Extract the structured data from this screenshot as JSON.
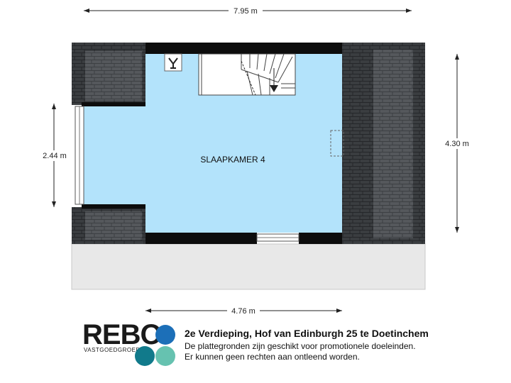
{
  "dimensions": {
    "top": "7.95 m",
    "right": "4.30 m",
    "left": "2.44 m",
    "bottom": "4.76 m"
  },
  "room": {
    "label": "SLAAPKAMER 4"
  },
  "logo": {
    "name": "REBO",
    "subtitle": "VASTGOEDGROEP",
    "dot_colors": [
      "#1c6fb8",
      "#117a8b",
      "#66c2b0"
    ]
  },
  "footer": {
    "title": "2e Verdieping, Hof van Edinburgh 25 te Doetinchem",
    "line1": "De plattegronden zijn geschikt voor promotionele doeleinden.",
    "line2": "Er kunnen geen rechten aan ontleend worden."
  },
  "colors": {
    "room_fill": "#b3e3fb",
    "roof": "#3a3d40",
    "wall": "#0d0d0d",
    "facade": "#e8e8e8"
  }
}
